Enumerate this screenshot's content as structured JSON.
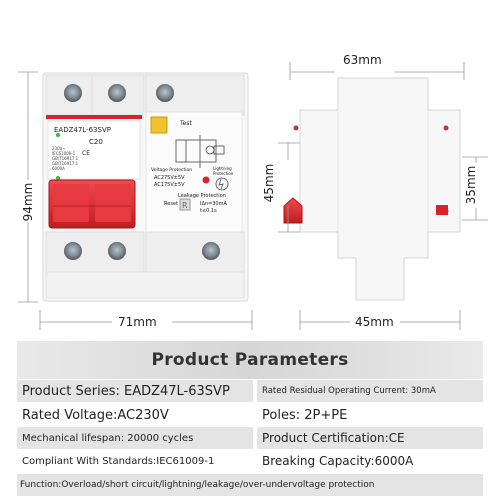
{
  "dimensions": {
    "width_top": "63mm",
    "height_left": "94mm",
    "width_bottom_front": "71mm",
    "height_side_inner": "45mm",
    "height_side_right": "35mm",
    "width_bottom_side": "45mm"
  },
  "device": {
    "model": "EADZ47L-63SVP",
    "rating": "C20",
    "test_label": "Test",
    "reset_label": "Reset",
    "voltage_protection_label": "Voltage Protection",
    "voltage_values": [
      "AC275V±5V",
      "AC175V±5V"
    ],
    "leakage_label": "Leakage Protection",
    "leakage_values": [
      "IΔn=30mA",
      "t≤0.1s"
    ],
    "lightning_label": "Lightning Protection",
    "small_specs": [
      "230V~",
      "IEC61009-1",
      "GB/T16917.1",
      "GB/T16917.1",
      "6000A"
    ],
    "mark_ce": "CE"
  },
  "parameters": {
    "title": "Product Parameters",
    "rows": [
      {
        "left": "Product Series: EADZ47L-63SVP",
        "right": "Rated Residual Operating Current: 30mA"
      },
      {
        "left": "Rated Voltage:AC230V",
        "right": "Poles: 2P+PE"
      },
      {
        "left": "Mechanical lifespan: 20000 cycles",
        "right": "Product Certification:CE"
      },
      {
        "left": "Compliant With Standards:IEC61009-1",
        "right": "Breaking Capacity:6000A"
      }
    ],
    "function_row": "Function:Overload/short circuit/lightning/leakage/over-undervoltage protection"
  },
  "colors": {
    "accent_red": "#d8232a",
    "test_button": "#f2c12e",
    "row_shade": "#e4e4e4"
  }
}
